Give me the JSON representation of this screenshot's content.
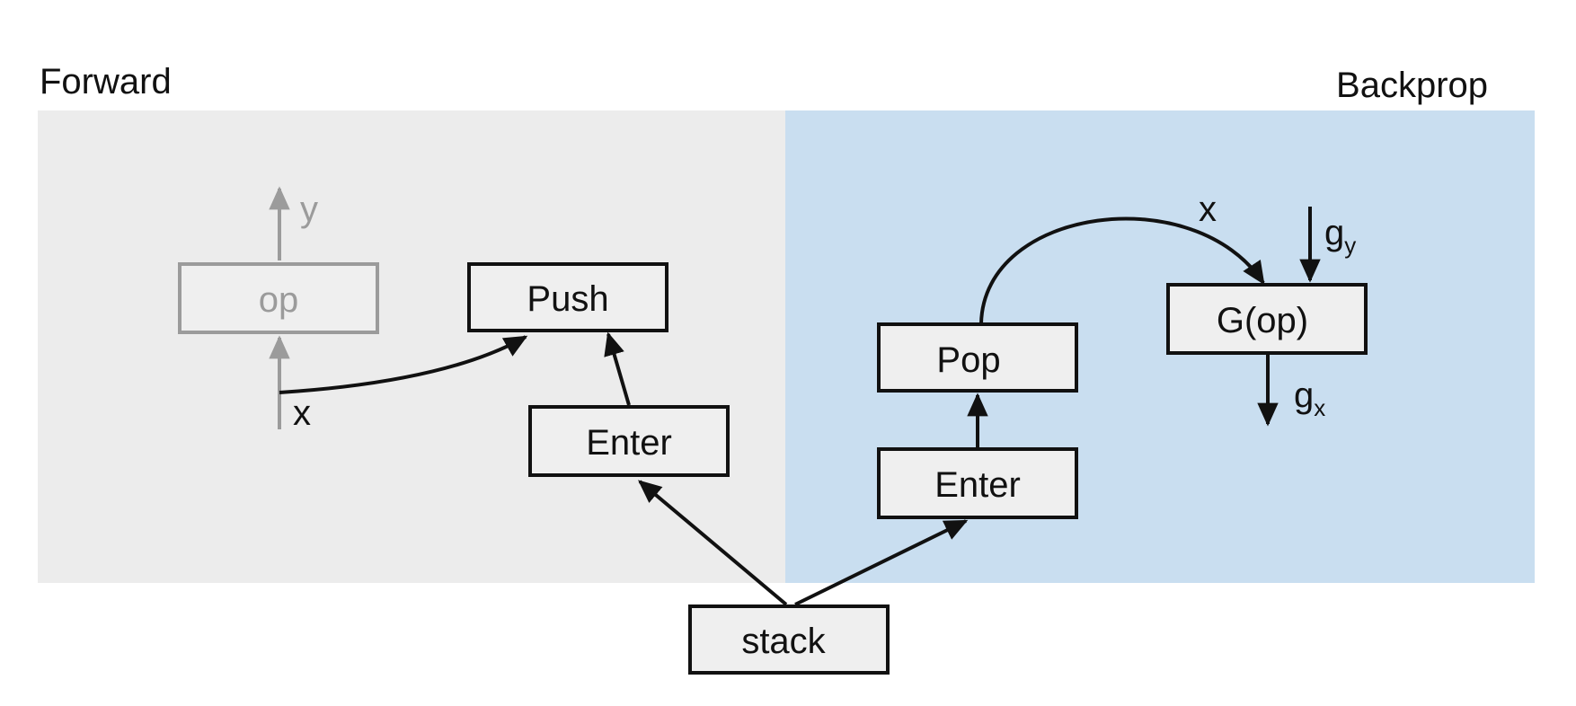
{
  "panels": {
    "forward_title": "Forward",
    "backprop_title": "Backprop"
  },
  "colors": {
    "forward_bg": "#ececec",
    "backprop_bg": "#c9def0",
    "node_fill": "#efefef",
    "node_stroke": "#111111",
    "faded": "#9b9b9b"
  },
  "forward": {
    "op_label": "op",
    "y_label": "y",
    "x_label": "x",
    "push_label": "Push",
    "enter_label": "Enter"
  },
  "backprop": {
    "pop_label": "Pop",
    "enter_label": "Enter",
    "gop_label": "G(op)",
    "x_label": "x",
    "gy_base": "g",
    "gy_sub": "y",
    "gx_base": "g",
    "gx_sub": "x"
  },
  "shared": {
    "stack_label": "stack"
  }
}
